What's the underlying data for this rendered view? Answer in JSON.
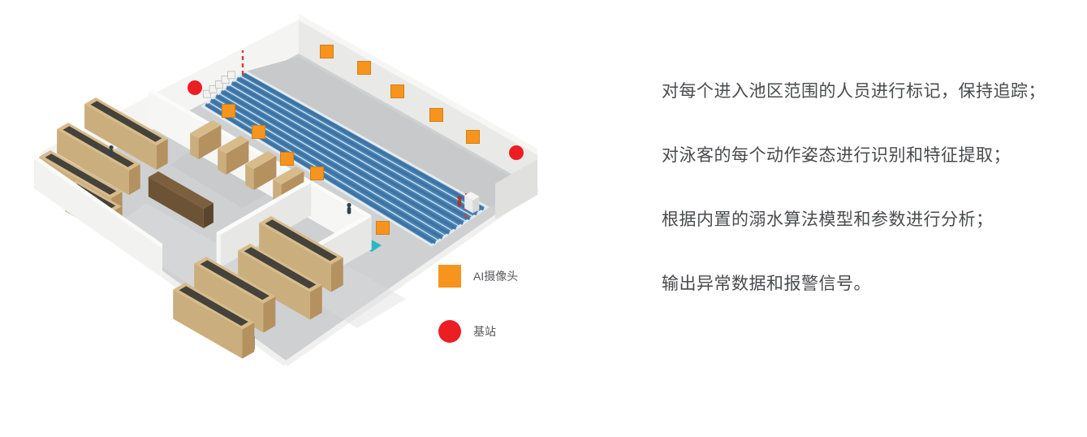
{
  "legend": {
    "items": [
      {
        "id": "ai-camera",
        "symbol": "square",
        "color": "#F7941D",
        "label": "AI摄像头"
      },
      {
        "id": "base-station",
        "symbol": "circle",
        "color": "#EC1E24",
        "label": "基站"
      }
    ]
  },
  "markers": {
    "cameras": [
      [
        402,
        63
      ],
      [
        448,
        83
      ],
      [
        489,
        112
      ],
      [
        537,
        141
      ],
      [
        582,
        168
      ],
      [
        281,
        136
      ],
      [
        318,
        162
      ],
      [
        353,
        195
      ],
      [
        390,
        213
      ],
      [
        471,
        280
      ]
    ],
    "stations": [
      [
        240,
        108
      ],
      [
        636,
        188
      ]
    ]
  },
  "description": {
    "lines": [
      "对每个进入池区范围的人员进行标记，保持追踪；",
      "对泳客的每个动作姿态进行识别和特征提取；",
      "根据内置的溺水算法模型和参数进行分析；",
      "输出异常数据和报警信号。"
    ]
  },
  "colors": {
    "camera": "#F7941D",
    "station": "#EC1E24",
    "pool_water": "#4A86B8",
    "locker_wood": "#D7BB8B",
    "text": "#4A4B4D"
  }
}
